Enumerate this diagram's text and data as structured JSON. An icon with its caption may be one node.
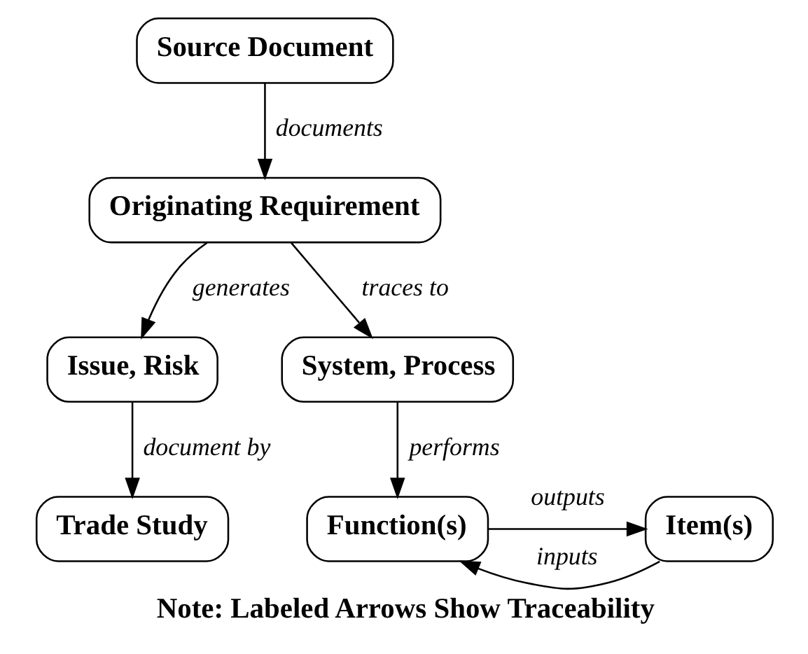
{
  "diagram": {
    "caption": "Note: Labeled Arrows Show Traceability",
    "nodes": [
      {
        "text": [
          "Source Document"
        ]
      },
      {
        "text": [
          "Originating Requirement"
        ]
      },
      {
        "text": [
          "Issue, Risk"
        ]
      },
      {
        "text": [
          "Trade Study"
        ]
      },
      {
        "text": [
          "System, Process"
        ]
      },
      {
        "text": [
          "Function(s)"
        ]
      },
      {
        "text": [
          "Item(s)"
        ]
      }
    ],
    "edges": [
      {
        "from": 0,
        "to": 1,
        "arrow": "to",
        "label": "documents"
      },
      {
        "from": 1,
        "to": 2,
        "arrow": "to",
        "label": "generates"
      },
      {
        "from": 2,
        "to": 3,
        "arrow": "to",
        "label": "document by"
      },
      {
        "from": 1,
        "to": 4,
        "arrow": "to",
        "label": "traces to"
      },
      {
        "from": 4,
        "to": 5,
        "arrow": "to",
        "label": "performs"
      },
      {
        "from": 5,
        "to": 6,
        "arrow": "to",
        "label": "outputs"
      },
      {
        "from": 6,
        "to": 5,
        "arrow": "to",
        "label": "inputs"
      }
    ]
  }
}
